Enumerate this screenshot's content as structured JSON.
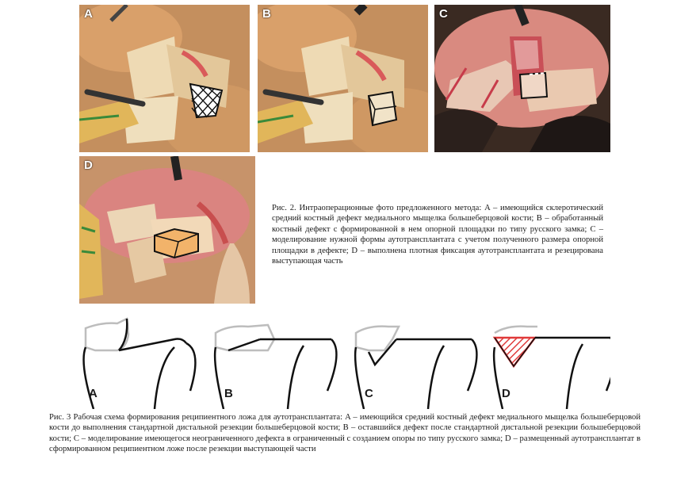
{
  "figure2": {
    "panels": [
      {
        "letter": "A"
      },
      {
        "letter": "B"
      },
      {
        "letter": "C"
      },
      {
        "letter": "D"
      }
    ],
    "caption": "Рис. 2. Интраоперационные фото предложенного метода: A – имеющийся склеротический средний костный дефект медиального мыщелка большеберцовой кости; B – обработанный костный дефект с формированной в нем опорной площадки по типу русского замка; C – моделирование нужной формы аутотрансплантата с учетом полученного размера опорной площадки в дефекте; D – выполнена плотная фиксация аутотрансплантата и резецирована выступающая часть"
  },
  "figure3": {
    "schemes": [
      {
        "letter": "A"
      },
      {
        "letter": "B"
      },
      {
        "letter": "C"
      },
      {
        "letter": "D"
      }
    ],
    "caption": "Рис. 3 Рабочая схема формирования реципиентного ложа для аутотрансплантата: A – имеющийся средний костный дефект медиального мыщелка большеберцовой кости до выполнения стандартной дистальной резекции большеберцовой кости; B – оставшийся дефект после стандартной дистальной резекции большеберцовой кости; C – моделирование имеющегося неограниченного дефекта в ограниченный с созданием опоры по типу русского замка; D – размещенный аутотрансплантат в сформированном реципиентном ложе после резекции выступающей части"
  },
  "colors": {
    "tissue": "#c9a175",
    "bone": "#e8d2a8",
    "blood": "#c84e4e",
    "graft_hatch": "#e03a3a",
    "line": "#111111",
    "bone_outline": "#bdbdbd"
  }
}
